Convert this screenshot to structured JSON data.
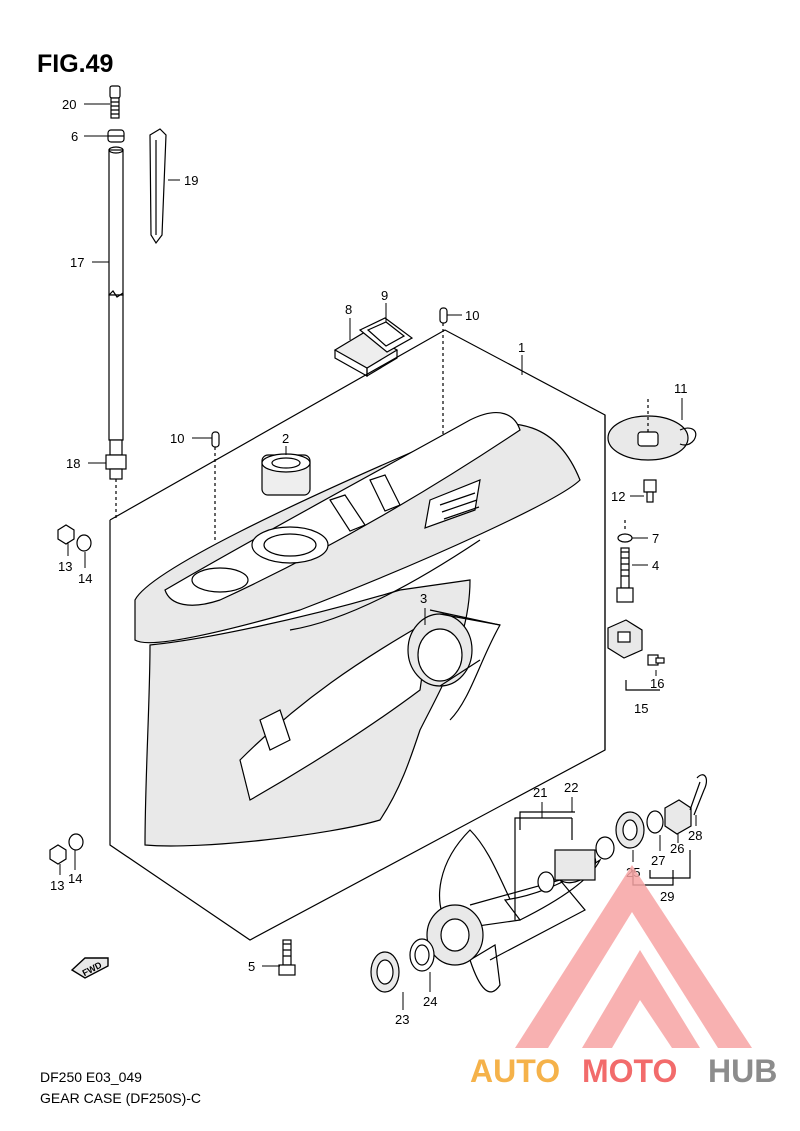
{
  "figure": {
    "title": "FIG.49"
  },
  "footer": {
    "code": "DF250 E03_049",
    "name": "GEAR CASE (DF250S)-C"
  },
  "direction_tag": "FWD",
  "watermark": {
    "part1": "AUTO",
    "part2": "MOTO",
    "part3": "HUB"
  },
  "callouts": [
    {
      "id": "c20",
      "text": "20"
    },
    {
      "id": "c6",
      "text": "6"
    },
    {
      "id": "c19",
      "text": "19"
    },
    {
      "id": "c17",
      "text": "17"
    },
    {
      "id": "c8",
      "text": "8"
    },
    {
      "id": "c9",
      "text": "9"
    },
    {
      "id": "c10a",
      "text": "10"
    },
    {
      "id": "c1",
      "text": "1"
    },
    {
      "id": "c11",
      "text": "11"
    },
    {
      "id": "c10b",
      "text": "10"
    },
    {
      "id": "c2",
      "text": "2"
    },
    {
      "id": "c18",
      "text": "18"
    },
    {
      "id": "c12",
      "text": "12"
    },
    {
      "id": "c7",
      "text": "7"
    },
    {
      "id": "c13a",
      "text": "13"
    },
    {
      "id": "c14a",
      "text": "14"
    },
    {
      "id": "c4",
      "text": "4"
    },
    {
      "id": "c3",
      "text": "3"
    },
    {
      "id": "c16",
      "text": "16"
    },
    {
      "id": "c15",
      "text": "15"
    },
    {
      "id": "c21",
      "text": "21"
    },
    {
      "id": "c22",
      "text": "22"
    },
    {
      "id": "c28",
      "text": "28"
    },
    {
      "id": "c27",
      "text": "27"
    },
    {
      "id": "c26",
      "text": "26"
    },
    {
      "id": "c25",
      "text": "25"
    },
    {
      "id": "c29",
      "text": "29"
    },
    {
      "id": "c13b",
      "text": "13"
    },
    {
      "id": "c14b",
      "text": "14"
    },
    {
      "id": "c5",
      "text": "5"
    },
    {
      "id": "c24",
      "text": "24"
    },
    {
      "id": "c23",
      "text": "23"
    }
  ],
  "colors": {
    "line": "#000000",
    "shade": "#e9e9e9",
    "watermark_red": "#f26b6b",
    "watermark_orange": "#f5b24a",
    "watermark_gray": "#8c8c8c"
  }
}
